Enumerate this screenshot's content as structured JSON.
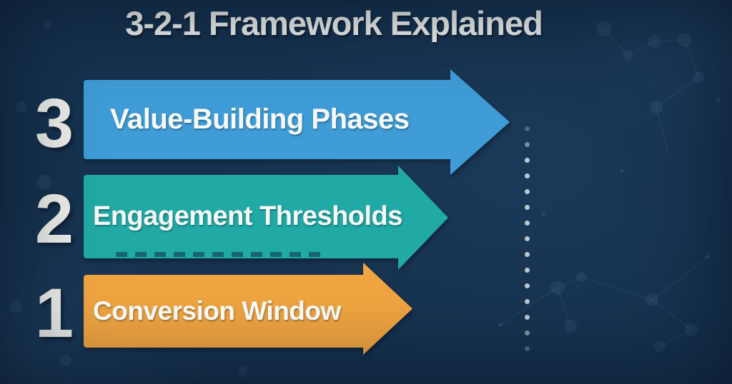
{
  "title": "3-2-1 Framework Explained",
  "steps": [
    {
      "number": "3",
      "label": "Value-Building Phases",
      "color": "#3F9CD6"
    },
    {
      "number": "2",
      "label": "Engagement Thresholds",
      "color": "#21A9A6"
    },
    {
      "number": "1",
      "label": "Conversion Window",
      "color": "#F0A541"
    }
  ],
  "dotted_divider": {
    "dot_count": 15
  },
  "colors": {
    "background": "#16324F",
    "title_text": "#F2F3F1",
    "number_text": "#ECEDEA",
    "label_text": "#F7F8F5",
    "divider_dots": "#CCD4D9"
  }
}
